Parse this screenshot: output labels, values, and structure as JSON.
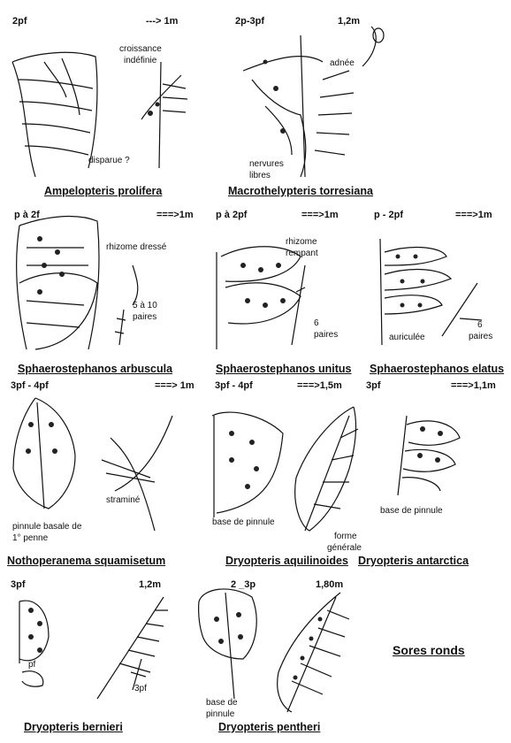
{
  "panels": [
    {
      "id": "ampelopteris",
      "size": "2pf",
      "height": "---> 1m",
      "name": "Ampelopteris prolifera",
      "notes": [
        "croissance",
        "indéfinie",
        "disparue ?"
      ]
    },
    {
      "id": "macrothelypteris",
      "size": "2p-3pf",
      "height": "1,2m",
      "name": "Macrothelypteris torresiana",
      "notes": [
        "adnée",
        "nervures",
        "libres"
      ]
    },
    {
      "id": "arbuscula",
      "size": "p à  2f",
      "height": "===>1m",
      "name": "Sphaerostephanos arbuscula",
      "notes": [
        "rhizome dressé",
        "5 à 10",
        "paires"
      ]
    },
    {
      "id": "unitus",
      "size": "p à 2pf",
      "height": "===>1m",
      "name": "Sphaerostephanos unitus",
      "notes": [
        "rhizome",
        "rempant",
        "6",
        "paires"
      ]
    },
    {
      "id": "elatus",
      "size": "p - 2pf",
      "height": "===>1m",
      "name": "Sphaerostephanos elatus",
      "notes": [
        "auriculée",
        "6",
        "paires"
      ]
    },
    {
      "id": "nothoperanema",
      "size": "3pf - 4pf",
      "height": "===> 1m",
      "name": "Nothoperanema squamisetum",
      "notes": [
        "straminé",
        "pinnule basale de",
        "1° penne"
      ]
    },
    {
      "id": "aquilinoides",
      "size": "3pf - 4pf",
      "height": "===>1,5m",
      "name": "Dryopteris aquilinoides",
      "notes": [
        "base de pinnule",
        "forme",
        "générale"
      ]
    },
    {
      "id": "antarctica",
      "size": "3pf",
      "height": "===>1,1m",
      "name": "Dryopteris antarctica",
      "notes": [
        "base de pinnule"
      ]
    },
    {
      "id": "bernieri",
      "size": "3pf",
      "height": "1,2m",
      "name": "Dryopteris bernieri",
      "notes": [
        "pf",
        "3pf"
      ]
    },
    {
      "id": "pentheri",
      "size": "2 _3p",
      "height": "1,80m",
      "name": "Dryopteris pentheri",
      "notes": [
        "base de",
        "pinnule"
      ]
    }
  ],
  "legend": "Sores ronds"
}
